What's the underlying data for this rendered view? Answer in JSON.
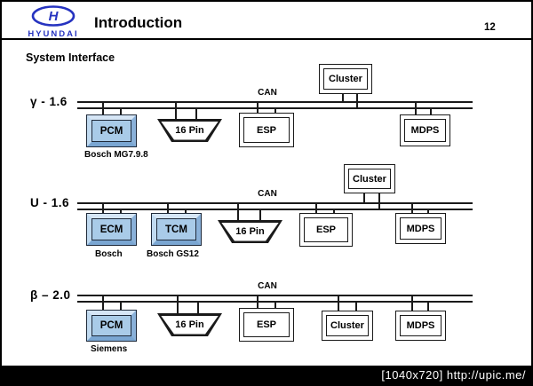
{
  "header": {
    "brand": "HYUNDAI",
    "title": "Introduction",
    "page_number": "12"
  },
  "page_title": "System Interface",
  "watermark": "[1040x720] http://upic.me/",
  "colors": {
    "brand_blue": "#2633c0",
    "ecu_fill": "#a9cbe8",
    "line": "#1a1a1a"
  },
  "buses": [
    {
      "label": "γ - 1.6",
      "can_label": "CAN",
      "cluster": "Cluster",
      "nodes": [
        {
          "label": "PCM",
          "type": "ecu",
          "sublabel": "Bosch MG7.9.8"
        },
        {
          "label": "16 Pin",
          "type": "connector"
        },
        {
          "label": "ESP",
          "type": "module"
        },
        {
          "label": "MDPS",
          "type": "module"
        }
      ]
    },
    {
      "label": "U - 1.6",
      "can_label": "CAN",
      "cluster": "Cluster",
      "nodes": [
        {
          "label": "ECM",
          "type": "ecu",
          "sublabel": "Bosch"
        },
        {
          "label": "TCM",
          "type": "ecu",
          "sublabel": "Bosch GS12"
        },
        {
          "label": "16 Pin",
          "type": "connector"
        },
        {
          "label": "ESP",
          "type": "module"
        },
        {
          "label": "MDPS",
          "type": "module"
        }
      ]
    },
    {
      "label": "β – 2.0",
      "can_label": "CAN",
      "nodes": [
        {
          "label": "PCM",
          "type": "ecu",
          "sublabel": "Siemens"
        },
        {
          "label": "16 Pin",
          "type": "connector"
        },
        {
          "label": "ESP",
          "type": "module"
        },
        {
          "label": "Cluster",
          "type": "module"
        },
        {
          "label": "MDPS",
          "type": "module"
        }
      ]
    }
  ]
}
